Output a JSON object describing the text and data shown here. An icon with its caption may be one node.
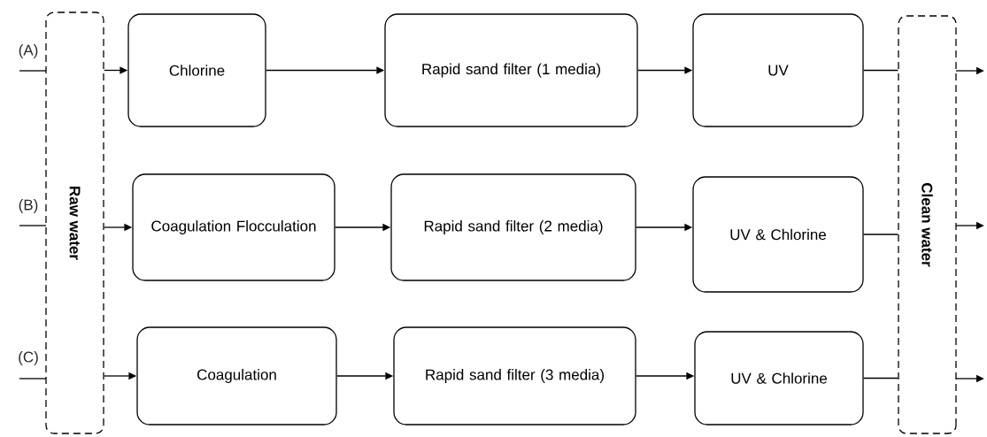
{
  "diagram": {
    "nodes": [
      {
        "text": [
          "Raw water"
        ]
      },
      {
        "text": [
          "Chlorine"
        ]
      },
      {
        "text": [
          "Rapid sand filter (1 media)"
        ]
      },
      {
        "text": [
          "UV"
        ]
      },
      {
        "text": [
          "Coagulation Flocculation"
        ]
      },
      {
        "text": [
          "Rapid sand filter (2 media)"
        ]
      },
      {
        "text": [
          "UV & Chlorine"
        ]
      },
      {
        "text": [
          "Coagulation"
        ]
      },
      {
        "text": [
          "Rapid sand filter (3 media)"
        ]
      },
      {
        "text": [
          "UV & Chlorine"
        ]
      },
      {
        "text": [
          "Clean water"
        ]
      }
    ],
    "edges": [
      {
        "from": null,
        "to": 0,
        "arrow": "none"
      },
      {
        "from": null,
        "to": 0,
        "arrow": "none"
      },
      {
        "from": null,
        "to": 0,
        "arrow": "none"
      },
      {
        "from": 0,
        "to": 1,
        "arrow": "to"
      },
      {
        "from": 1,
        "to": 2,
        "arrow": "to"
      },
      {
        "from": 2,
        "to": 3,
        "arrow": "to"
      },
      {
        "from": 3,
        "to": 10,
        "arrow": "none"
      },
      {
        "from": 0,
        "to": 4,
        "arrow": "to"
      },
      {
        "from": 4,
        "to": 5,
        "arrow": "to"
      },
      {
        "from": 5,
        "to": 6,
        "arrow": "to"
      },
      {
        "from": 6,
        "to": 10,
        "arrow": "none"
      },
      {
        "from": 0,
        "to": 7,
        "arrow": "to"
      },
      {
        "from": 7,
        "to": 8,
        "arrow": "to"
      },
      {
        "from": 8,
        "to": 9,
        "arrow": "to"
      },
      {
        "from": 9,
        "to": 10,
        "arrow": "none"
      },
      {
        "from": 10,
        "to": null,
        "arrow": "to"
      },
      {
        "from": 10,
        "to": null,
        "arrow": "to"
      },
      {
        "from": 10,
        "to": null,
        "arrow": "to"
      }
    ],
    "labels": [
      "(A)",
      "(B)",
      "(C)"
    ]
  }
}
